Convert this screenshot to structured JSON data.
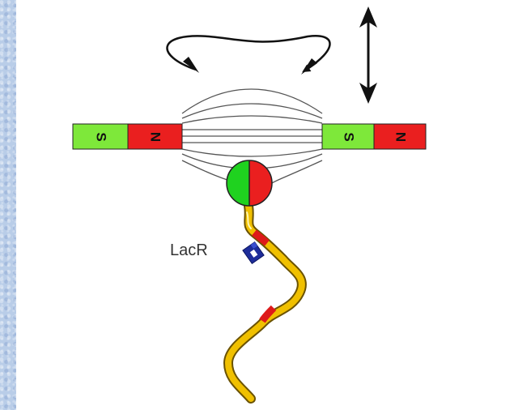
{
  "labels": {
    "protein": "LacR"
  },
  "magnets": {
    "left": {
      "pole_1": "S",
      "pole_2": "N"
    },
    "right": {
      "pole_1": "S",
      "pole_2": "N"
    }
  },
  "colors": {
    "south_pole": "#7ee83a",
    "north_pole": "#ea1f1f",
    "bead_left": "#1fd21f",
    "bead_right": "#ea1f1f",
    "dna_strand": "#f0c000",
    "dna_marker": "#dd1a1a",
    "lacr": "#1e2d9a"
  },
  "icons": {
    "rotation": "rotation-arrows-icon",
    "vertical_move": "double-headed-arrow-icon"
  }
}
